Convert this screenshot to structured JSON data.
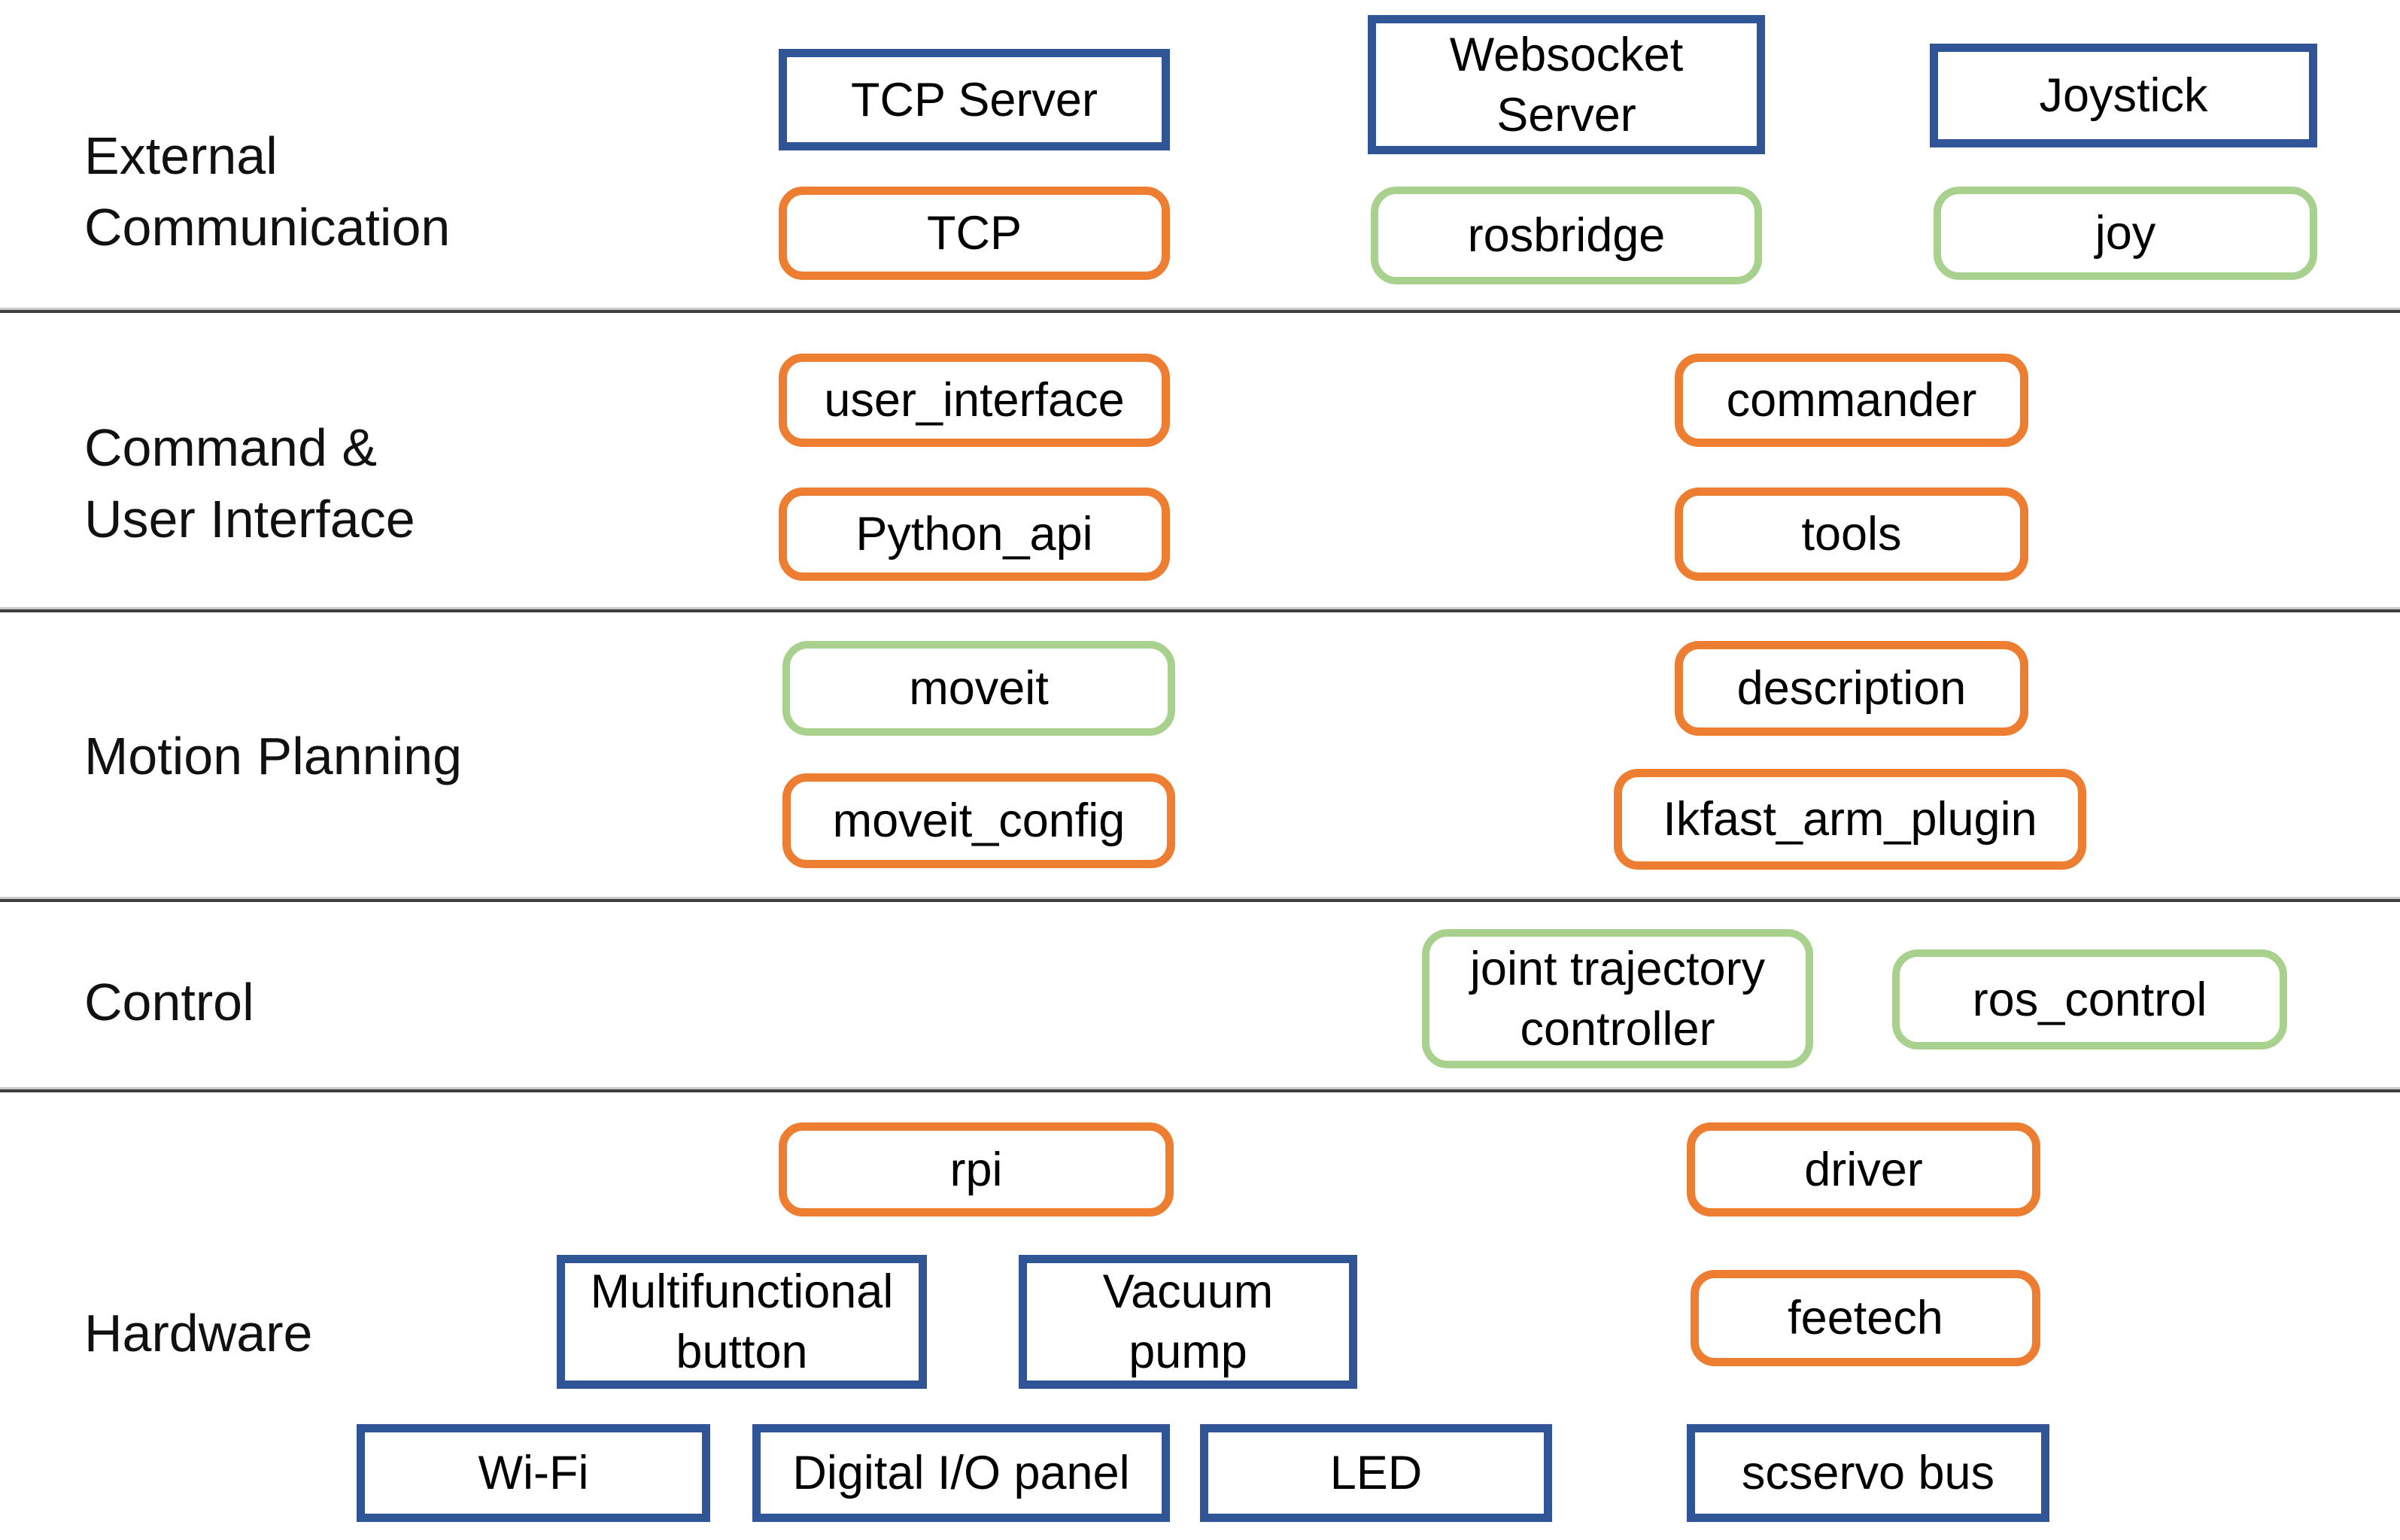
{
  "diagram": {
    "title": "",
    "type": "layered-architecture-diagram",
    "colors": {
      "blue_border": "#2F5597",
      "orange_border": "#ED7D31",
      "green_border": "#A9D18E",
      "divider": "#3f3f3f",
      "text": "#000000",
      "background": "#ffffff"
    },
    "rows": [
      {
        "id": "external-communication",
        "label": "External\nCommunication",
        "boxes": [
          "tcp_server",
          "tcp",
          "websocket_server",
          "rosbridge",
          "joystick",
          "joy"
        ]
      },
      {
        "id": "command-user-interface",
        "label": "Command &\nUser Interface",
        "boxes": [
          "user_interface",
          "python_api",
          "commander",
          "tools"
        ]
      },
      {
        "id": "motion-planning",
        "label": "Motion Planning",
        "boxes": [
          "moveit",
          "moveit_config",
          "description",
          "ikfast_arm_plugin"
        ]
      },
      {
        "id": "control",
        "label": "Control",
        "boxes": [
          "joint_trajectory_controller",
          "ros_control"
        ]
      },
      {
        "id": "hardware",
        "label": "Hardware",
        "boxes": [
          "rpi",
          "driver",
          "multifunctional_button",
          "vacuum_pump",
          "feetech",
          "wifi",
          "digital_io_panel",
          "led",
          "scservo_bus"
        ]
      }
    ],
    "boxes": {
      "tcp_server": {
        "label": "TCP Server",
        "style": "blue"
      },
      "tcp": {
        "label": "TCP",
        "style": "orange"
      },
      "websocket_server": {
        "label": "Websocket\nServer",
        "style": "blue"
      },
      "rosbridge": {
        "label": "rosbridge",
        "style": "green"
      },
      "joystick": {
        "label": "Joystick",
        "style": "blue"
      },
      "joy": {
        "label": "joy",
        "style": "green"
      },
      "user_interface": {
        "label": "user_interface",
        "style": "orange"
      },
      "python_api": {
        "label": "Python_api",
        "style": "orange"
      },
      "commander": {
        "label": "commander",
        "style": "orange"
      },
      "tools": {
        "label": "tools",
        "style": "orange"
      },
      "moveit": {
        "label": "moveit",
        "style": "green"
      },
      "moveit_config": {
        "label": "moveit_config",
        "style": "orange"
      },
      "description": {
        "label": "description",
        "style": "orange"
      },
      "ikfast_arm_plugin": {
        "label": "Ikfast_arm_plugin",
        "style": "orange"
      },
      "joint_trajectory_controller": {
        "label": "joint trajectory\ncontroller",
        "style": "green"
      },
      "ros_control": {
        "label": "ros_control",
        "style": "green"
      },
      "rpi": {
        "label": "rpi",
        "style": "orange"
      },
      "driver": {
        "label": "driver",
        "style": "orange"
      },
      "multifunctional_button": {
        "label": "Multifunctional\nbutton",
        "style": "blue"
      },
      "vacuum_pump": {
        "label": "Vacuum\npump",
        "style": "blue"
      },
      "feetech": {
        "label": "feetech",
        "style": "orange"
      },
      "wifi": {
        "label": "Wi-Fi",
        "style": "blue"
      },
      "digital_io_panel": {
        "label": "Digital I/O panel",
        "style": "blue"
      },
      "led": {
        "label": "LED",
        "style": "blue"
      },
      "scservo_bus": {
        "label": "scservo bus",
        "style": "blue"
      }
    }
  }
}
